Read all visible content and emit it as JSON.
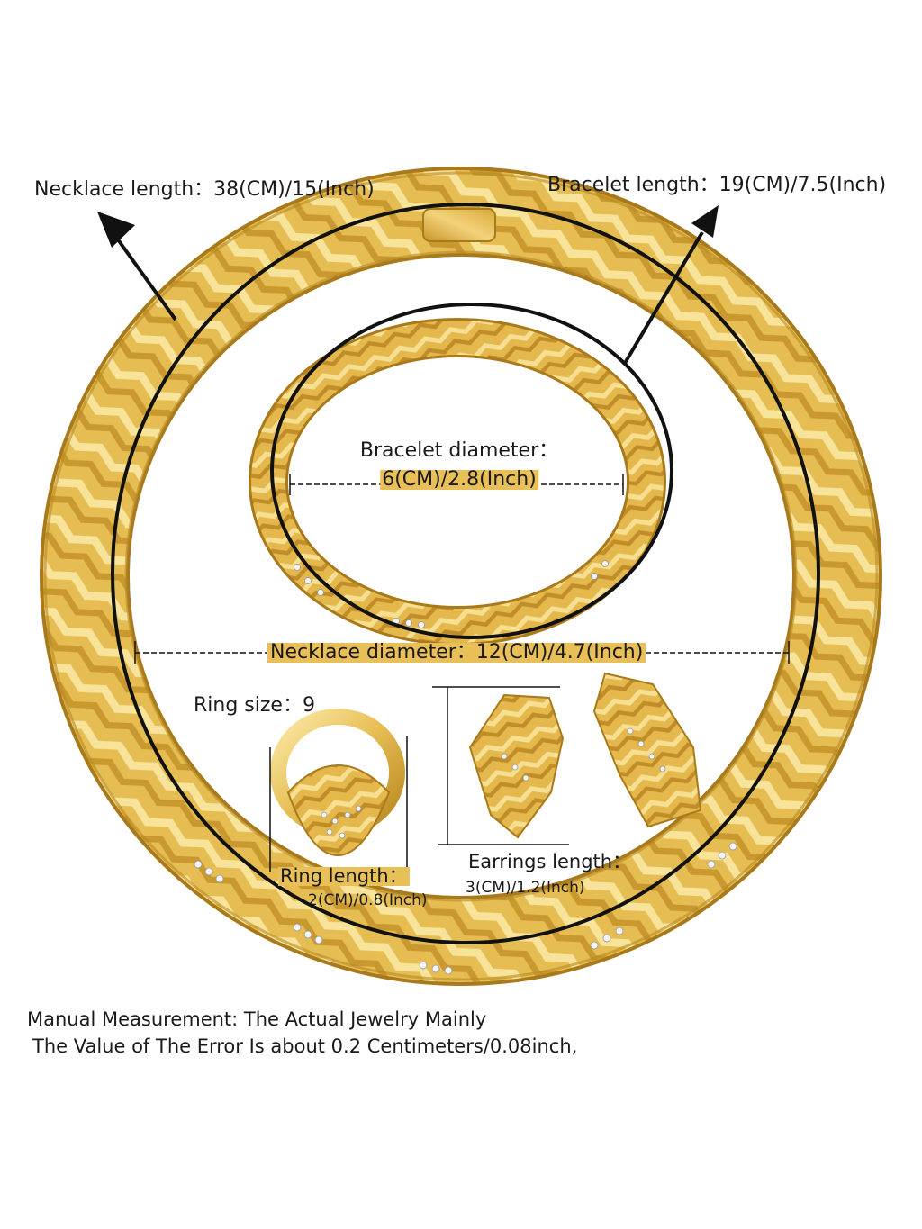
{
  "labels": {
    "necklace_length": "Necklace length：38(CM)/15(Inch)",
    "bracelet_length": "Bracelet length：19(CM)/7.5(Inch)",
    "bracelet_diameter_title": "Bracelet diameter：",
    "bracelet_diameter_value": "6(CM)/2.8(Inch)",
    "necklace_diameter": "Necklace diameter：12(CM)/4.7(Inch)",
    "ring_size": "Ring size：9",
    "ring_length_title": "Ring length：",
    "ring_length_value": "2(CM)/0.8(Inch)",
    "earrings_length_title": "Earrings length：",
    "earrings_length_value": "3(CM)/1.2(Inch)"
  },
  "note": {
    "line1": "Manual Measurement:  The Actual Jewelry Mainly",
    "line2": "The Value of The Error Is about 0.2 Centimeters/0.08inch,"
  },
  "colors": {
    "gold_light": "#f6dd8a",
    "gold_mid": "#e3b94a",
    "gold_dark": "#b8861f",
    "outline": "#111111"
  }
}
